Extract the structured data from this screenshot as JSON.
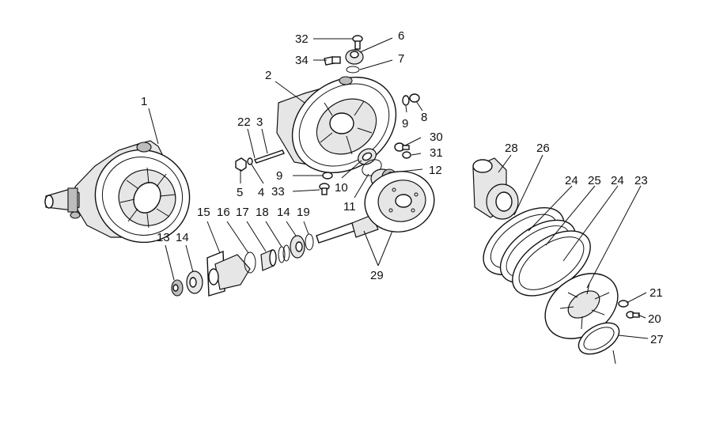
{
  "callouts": {
    "c1": "1",
    "c2": "2",
    "c3": "3",
    "c4": "4",
    "c5": "5",
    "c6": "6",
    "c7": "7",
    "c8": "8",
    "c9a": "9",
    "c9b": "9",
    "c10": "10",
    "c11": "11",
    "c12": "12",
    "c13": "13",
    "c14a": "14",
    "c14b": "14",
    "c15": "15",
    "c16": "16",
    "c17": "17",
    "c18": "18",
    "c19": "19",
    "c20": "20",
    "c21": "21",
    "c22": "22",
    "c23": "23",
    "c24a": "24",
    "c24b": "24",
    "c25": "25",
    "c26": "26",
    "c27": "27",
    "c28": "28",
    "c29": "29",
    "c30": "30",
    "c31": "31",
    "c32": "32",
    "c33": "33",
    "c34": "34"
  }
}
